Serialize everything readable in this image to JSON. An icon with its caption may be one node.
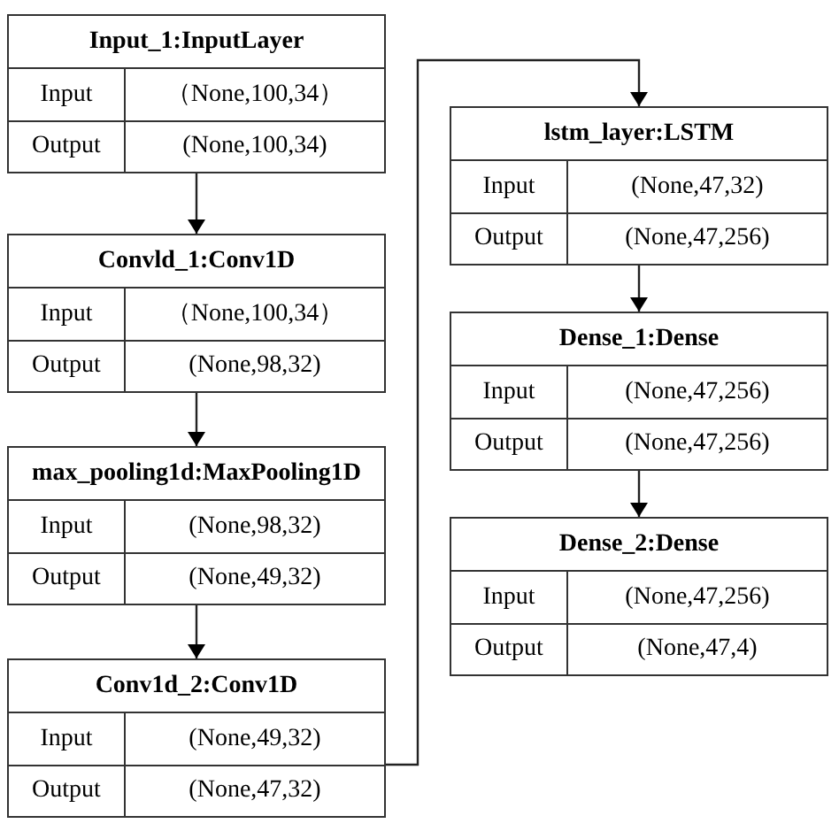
{
  "diagram": {
    "nodes": [
      {
        "text": [
          "Input_1:InputLayer",
          "Input",
          "（None,100,34）",
          "Output",
          "(None,100,34)"
        ]
      },
      {
        "text": [
          "Convld_1:Conv1D",
          "Input",
          "（None,100,34）",
          "Output",
          "(None,98,32)"
        ]
      },
      {
        "text": [
          "max_pooling1d:MaxPooling1D",
          "Input",
          "(None,98,32)",
          "Output",
          "(None,49,32)"
        ]
      },
      {
        "text": [
          "Conv1d_2:Conv1D",
          "Input",
          "(None,49,32)",
          "Output",
          "(None,47,32)"
        ]
      },
      {
        "text": [
          "lstm_layer:LSTM",
          "Input",
          "(None,47,32)",
          "Output",
          "(None,47,256)"
        ]
      },
      {
        "text": [
          "Dense_1:Dense",
          "Input",
          "(None,47,256)",
          "Output",
          "(None,47,256)"
        ]
      },
      {
        "text": [
          "Dense_2:Dense",
          "Input",
          "(None,47,256)",
          "Output",
          "(None,47,4)"
        ]
      }
    ],
    "edges": [
      {
        "from": 0,
        "to": 1,
        "arrow": "to"
      },
      {
        "from": 1,
        "to": 2,
        "arrow": "to"
      },
      {
        "from": 2,
        "to": 3,
        "arrow": "to"
      },
      {
        "from": 3,
        "to": 4,
        "arrow": "to"
      },
      {
        "from": 4,
        "to": 5,
        "arrow": "to"
      },
      {
        "from": 5,
        "to": 6,
        "arrow": "to"
      }
    ]
  }
}
